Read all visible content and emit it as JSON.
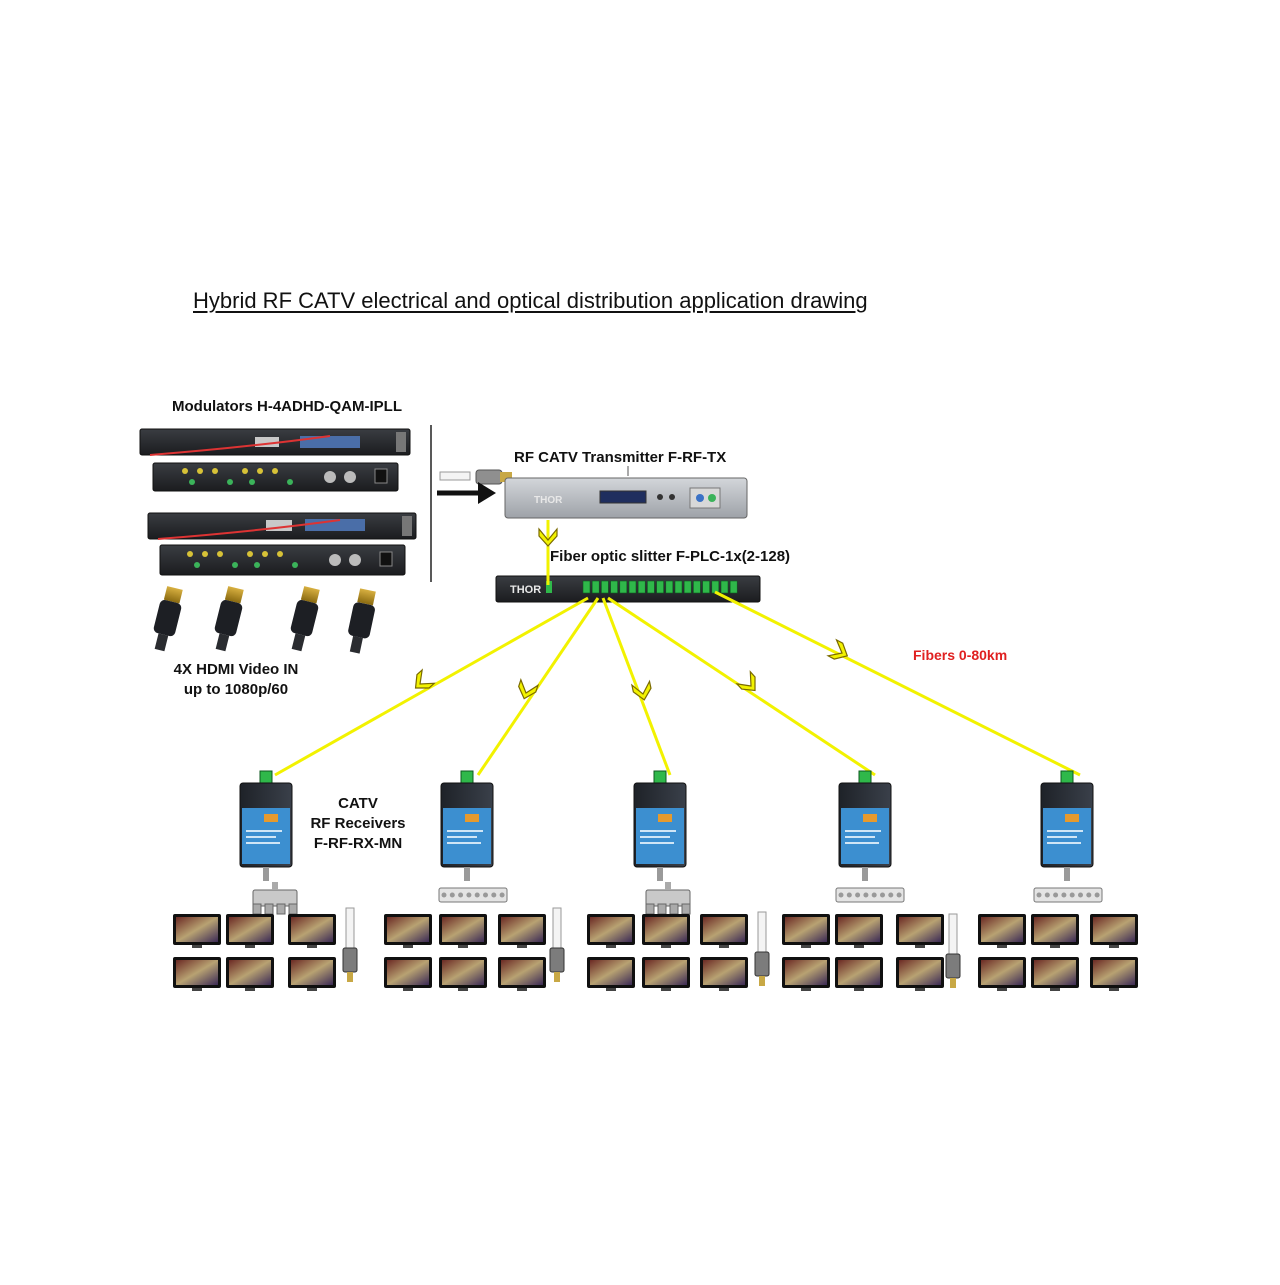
{
  "diagram": {
    "title": "Hybrid RF CATV  electrical and optical distribution application drawing",
    "labels": {
      "modulators": "Modulators H-4ADHD-QAM-IPLL",
      "hdmi_line1": "4X HDMI Video IN",
      "hdmi_line2": "up to 1080p/60",
      "transmitter": "RF CATV Transmitter  F-RF-TX",
      "splitter": "Fiber optic slitter F-PLC-1x(2-128)",
      "fibers": "Fibers 0-80km",
      "receivers_line1": "CATV",
      "receivers_line2": "RF Receivers",
      "receivers_line3": "F-RF-RX-MN"
    },
    "brand": "THOR",
    "colors": {
      "fiber": "#f2f200",
      "fiber_arrow_outline": "#7a6a00",
      "fibers_label": "#e02020",
      "receiver_body": "#2a2f38",
      "receiver_panel": "#3c8fd0",
      "rack_body": "#2a2c30",
      "transmitter_body": "#b9bcc1",
      "sc_connector": "#2fb84a"
    }
  }
}
